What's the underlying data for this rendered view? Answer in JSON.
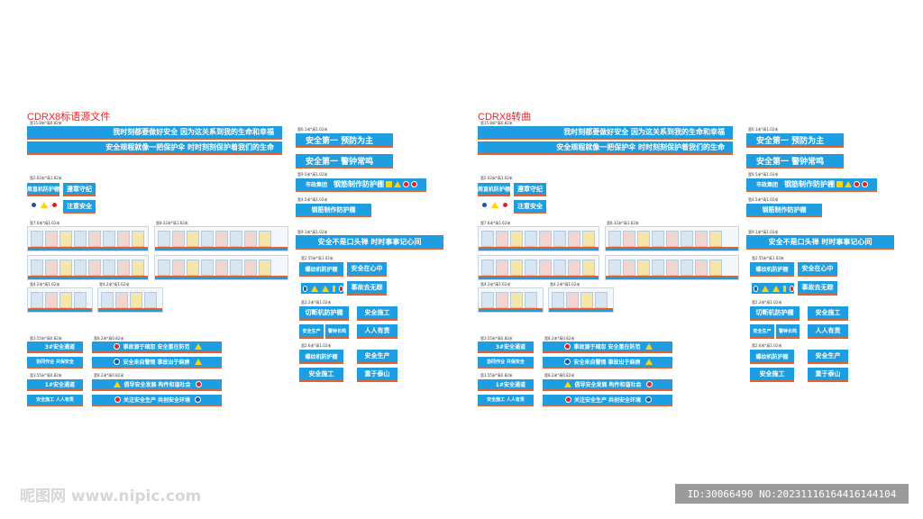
{
  "sheets": [
    {
      "title": "CDRX8标语源文件"
    },
    {
      "title": "CDRX8转曲"
    }
  ],
  "dims": {
    "d1": "宽15.8米*高0.82米",
    "d2": "宽6.1米*高1.02米",
    "d3": "宽2.02米*高1.02米",
    "d4": "宽9.5米*高1.02米",
    "d5": "宽4.5米*高1.02米",
    "d6": "宽7.6米*高1.62米",
    "d7": "宽8.32米*高1.62米",
    "d8": "宽9.1米*高1.02米",
    "d9": "宽2.55米*高1.02米",
    "d10": "宽4.2米*高1.62米",
    "d11": "宽2.2米*高1.02米",
    "d12": "宽3.55米*高0.82米",
    "d13": "宽8.2米*高0.82米",
    "d14": "宽2.6米*高1.02米"
  },
  "banners": {
    "long1": "我时刻都要做好安全  因为这关系到我的生命和幸福",
    "long2": "安全规程就像一把保护伞  时时刻刻保护着我们的生命",
    "r1": "安全第一  预防为主",
    "r2": "安全第一  警钟常鸣",
    "s1": "周直机防护棚",
    "s2": "遵章守纪",
    "s3": "注意安全",
    "company": "市政集团",
    "shed": "钢筋制作防护棚",
    "shed_small": "钢筋制作防护棚",
    "slogan": "安全不是口头禅  时时事事记心间",
    "thread": "螺纹机防护棚",
    "mind": "安全在心中",
    "accident": "事故去无踪",
    "cutter": "切断机防护棚",
    "construct": "安全施工",
    "everyone": "人人有责",
    "prod": "安全生产",
    "alarm": "警钟长鸣",
    "thread2": "螺纹机防护棚",
    "prod2": "安全生产",
    "construct2": "安全施工",
    "taishan": "重于泰山",
    "ch3": "3#安全通道",
    "coop": "协同作业  共保安全",
    "ch1": "1#安全通道",
    "safe_all": "安全施工  人人有责",
    "neg": "事故源于疏忽  安全重在防范",
    "alert": "安全来自警惕  事故出于麻痹",
    "harmony": "倡导安全发展  构件和谐社会",
    "care": "关注安全生产  共创安全环境"
  },
  "footer": {
    "left": "昵图网 www.nipic.com",
    "right": "ID:30066490 NO:20231116164416144104"
  },
  "colors": {
    "banner": "#1e9ee0",
    "stripe": "#e8602a",
    "title": "#e8262a"
  }
}
